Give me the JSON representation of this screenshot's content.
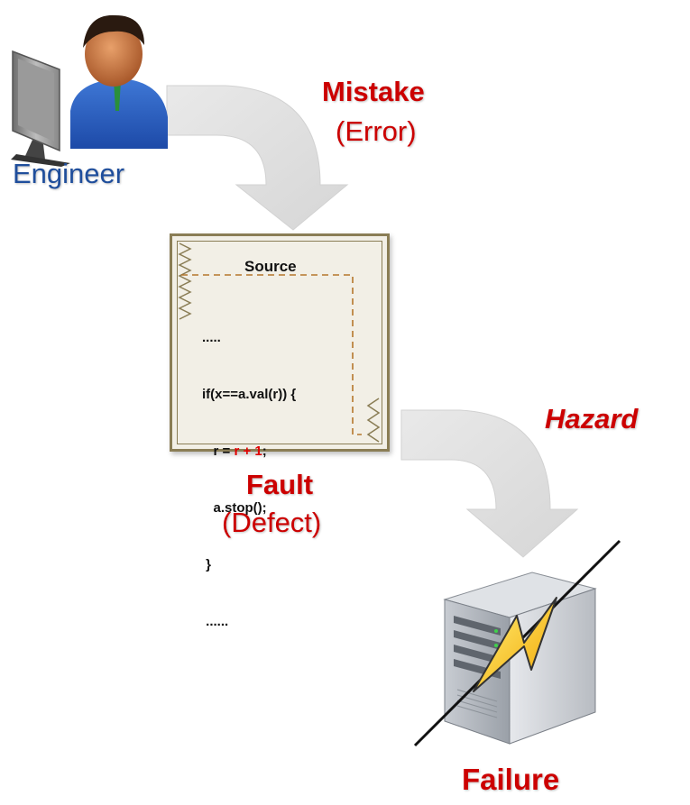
{
  "labels": {
    "engineer": "Engineer",
    "mistake": "Mistake",
    "error": "(Error)",
    "fault": "Fault",
    "defect": "(Defect)",
    "hazard": "Hazard",
    "failure": "Failure"
  },
  "source_card": {
    "title": "Source",
    "lines": [
      {
        "pre": ".....",
        "highlight": "",
        "post": ""
      },
      {
        "pre": "if(x==a.val(r)) {",
        "highlight": "",
        "post": ""
      },
      {
        "pre": "   r = ",
        "highlight": "r + 1",
        "post": ";"
      },
      {
        "pre": "   a.stop();",
        "highlight": "",
        "post": ""
      },
      {
        "pre": " }",
        "highlight": "",
        "post": ""
      },
      {
        "pre": " ......",
        "highlight": "",
        "post": ""
      }
    ]
  },
  "colors": {
    "label_red": "#cc0000",
    "engineer_blue": "#1f4e9c",
    "arrow_gray": "#e3e3e3",
    "card_border": "#8a7d55",
    "card_fill": "#f2efe6"
  }
}
